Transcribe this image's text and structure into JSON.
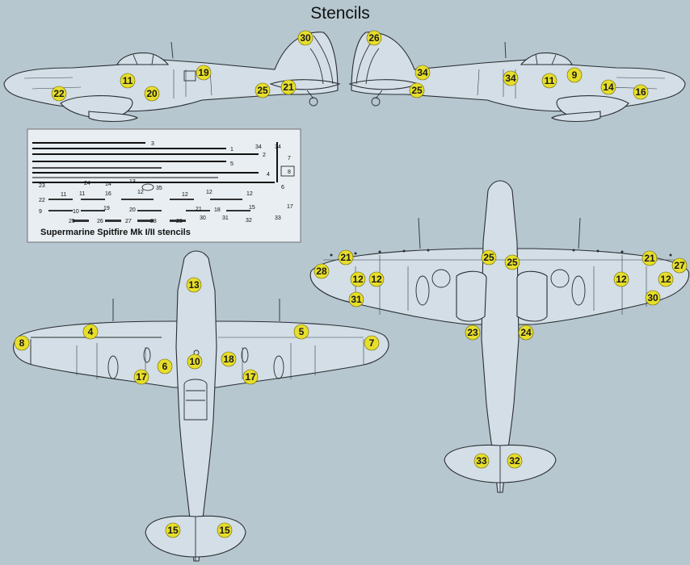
{
  "title": "Stencils",
  "decal_sheet": {
    "caption": "Supermarine Spitfire Mk I/II stencils",
    "numbers": [
      "1",
      "2",
      "3",
      "4",
      "5",
      "6",
      "7",
      "8",
      "9",
      "10",
      "11",
      "12",
      "13",
      "14",
      "15",
      "16",
      "17",
      "18",
      "19",
      "20",
      "21",
      "22",
      "23",
      "24",
      "25",
      "26",
      "27",
      "28",
      "29",
      "30",
      "31",
      "32",
      "33",
      "34",
      "35"
    ]
  },
  "views": [
    {
      "name": "left-side-view",
      "callouts": [
        "30",
        "11",
        "19",
        "22",
        "20",
        "25",
        "21"
      ]
    },
    {
      "name": "right-side-view",
      "callouts": [
        "26",
        "34",
        "25",
        "34",
        "11",
        "9",
        "14",
        "16"
      ]
    },
    {
      "name": "top-view",
      "callouts": [
        "13",
        "4",
        "5",
        "8",
        "7",
        "6",
        "10",
        "18",
        "17",
        "17",
        "15",
        "15"
      ]
    },
    {
      "name": "underside-view",
      "callouts": [
        "21",
        "25",
        "25",
        "21",
        "27",
        "28",
        "12",
        "12",
        "12",
        "12",
        "31",
        "30",
        "23",
        "24",
        "33",
        "32"
      ]
    }
  ],
  "colors": {
    "background": "#b6c7d0",
    "airframe": "#d3dee6",
    "line": "#2a2e33",
    "callout": "#e7de2b"
  }
}
